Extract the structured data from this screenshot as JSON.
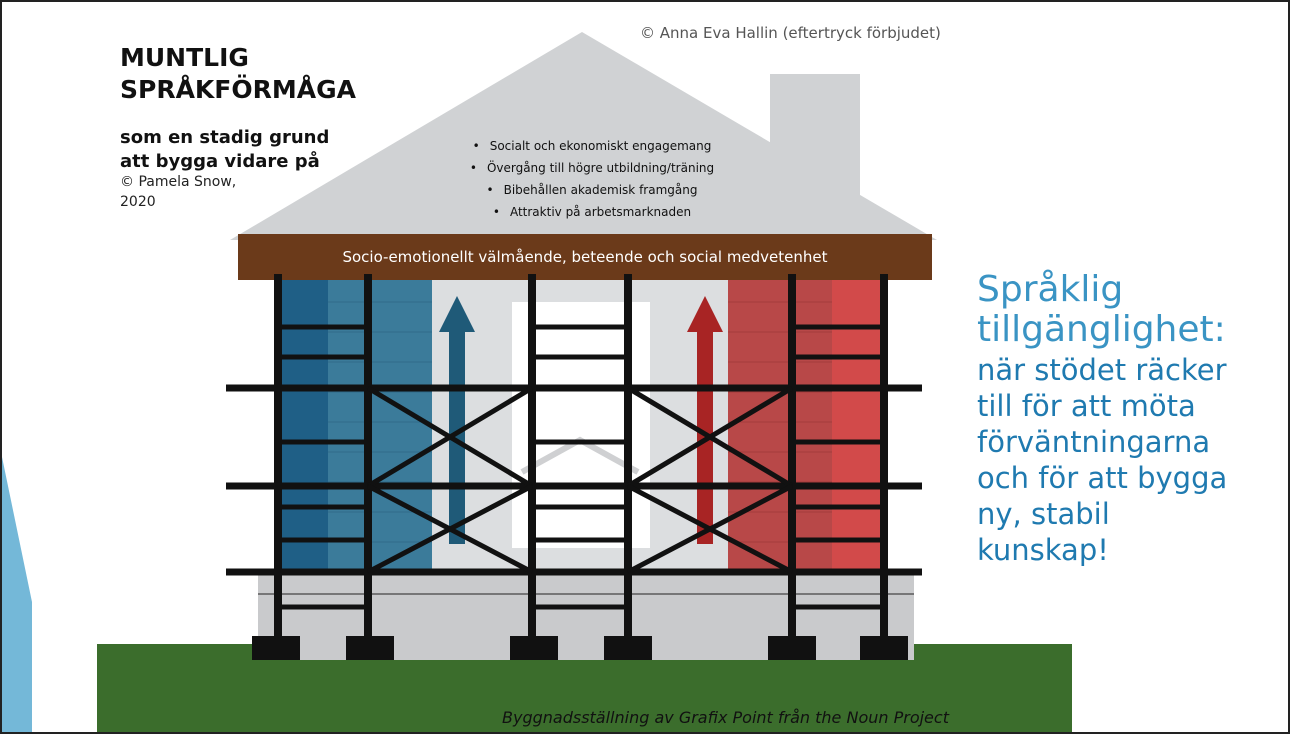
{
  "copyright_top": "© Anna Eva Hallin (eftertryck förbjudet)",
  "title_lines": [
    "MUNTLIG",
    "SPRÅKFÖRMÅGA"
  ],
  "subtitle_lines": [
    "som en stadig grund",
    "att bygga vidare på"
  ],
  "credit_lines": [
    "© Pamela Snow,",
    "2020"
  ],
  "roof_items": [
    "Socialt och ekonomiskt engagemang",
    "Övergång till högre utbildning/träning",
    "Bibehållen akademisk framgång",
    "Attraktiv på arbetsmarknaden"
  ],
  "beam_text": "Socio-emotionellt välmående, beteende och social medvetenhet",
  "side_heading_lines": [
    "Språklig",
    "tillgänglighet:"
  ],
  "side_body_lines": [
    "när stödet räcker",
    "till för att möta",
    "förväntningarna",
    "och för att bygga",
    "ny, stabil",
    "kunskap!"
  ],
  "attribution": "Byggnadsställning av Grafix Point från the Noun Project",
  "colors": {
    "roof": "#d0d2d4",
    "beam": "#6b3a1a",
    "blue_wall": "#2c6a8c",
    "red_wall": "#c04444",
    "ground": "#3b6d2c",
    "accent_teal": "#1f7ab0",
    "arrow_blue": "#1f5a78",
    "arrow_red": "#a82424",
    "scaffold": "#111111"
  }
}
